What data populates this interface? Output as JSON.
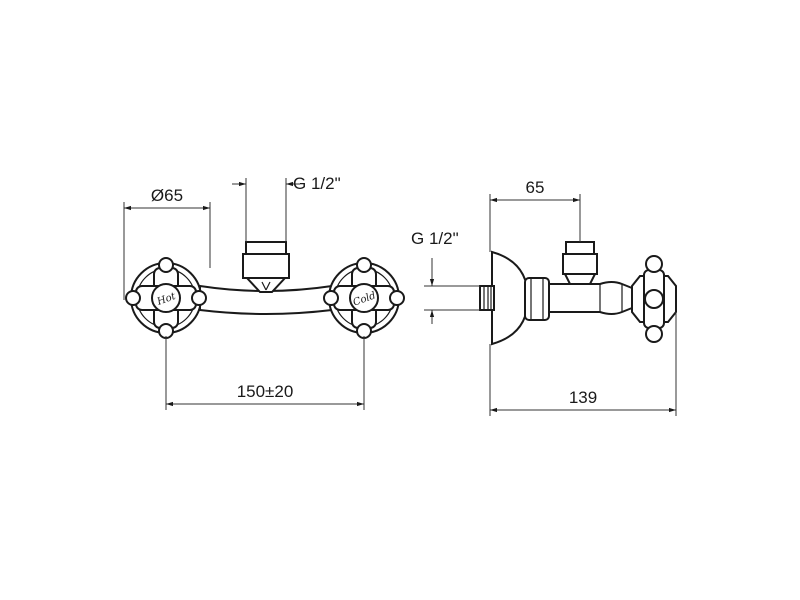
{
  "front_view": {
    "dim_diameter": "Ø65",
    "dim_inlet": "G 1/2\"",
    "dim_center_distance": "150±20",
    "label_hot": "Hot",
    "label_cold": "Cold"
  },
  "side_view": {
    "dim_outlet_offset": "65",
    "dim_inlet": "G 1/2\"",
    "dim_depth": "139"
  }
}
